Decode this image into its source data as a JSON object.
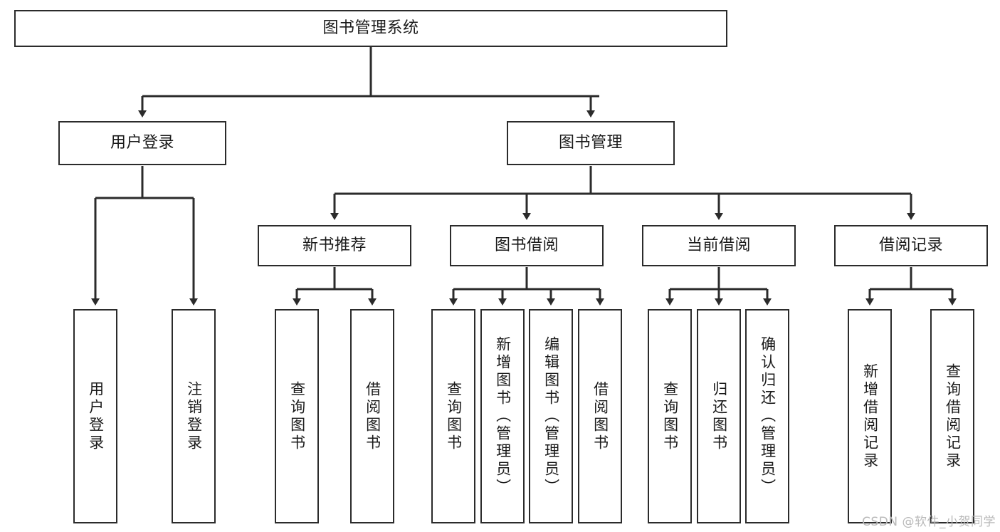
{
  "diagram": {
    "title": "图书管理系统",
    "type": "tree-hierarchy-chart",
    "levels": {
      "root": {
        "label": "图书管理系统"
      },
      "level2": [
        {
          "id": "user-login",
          "label": "用户登录"
        },
        {
          "id": "book-management",
          "label": "图书管理"
        }
      ],
      "level3": [
        {
          "id": "new-book-recommend",
          "label": "新书推荐"
        },
        {
          "id": "book-borrow",
          "label": "图书借阅"
        },
        {
          "id": "current-borrow",
          "label": "当前借阅"
        },
        {
          "id": "borrow-record",
          "label": "借阅记录"
        }
      ],
      "leaves": [
        {
          "id": "leaf-user-login",
          "label": "用户登录",
          "parent": "user-login"
        },
        {
          "id": "leaf-logout-login",
          "label": "注销登录",
          "parent": "user-login"
        },
        {
          "id": "leaf-query-book-1",
          "label": "查询图书",
          "parent": "new-book-recommend"
        },
        {
          "id": "leaf-borrow-book-1",
          "label": "借阅图书",
          "parent": "new-book-recommend"
        },
        {
          "id": "leaf-query-book-2",
          "label": "查询图书",
          "parent": "book-borrow"
        },
        {
          "id": "leaf-add-book",
          "label": "新增图书（管理员）",
          "parent": "book-borrow"
        },
        {
          "id": "leaf-edit-book",
          "label": "编辑图书（管理员）",
          "parent": "book-borrow"
        },
        {
          "id": "leaf-borrow-book-2",
          "label": "借阅图书",
          "parent": "book-borrow"
        },
        {
          "id": "leaf-query-book-3",
          "label": "查询图书",
          "parent": "current-borrow"
        },
        {
          "id": "leaf-return-book",
          "label": "归还图书",
          "parent": "current-borrow"
        },
        {
          "id": "leaf-confirm-return",
          "label": "确认归还（管理员）",
          "parent": "current-borrow"
        },
        {
          "id": "leaf-add-record",
          "label": "新增借阅记录",
          "parent": "borrow-record"
        },
        {
          "id": "leaf-query-record",
          "label": "查询借阅记录",
          "parent": "borrow-record"
        }
      ]
    },
    "watermark": "CSDN @软件_小贺同学",
    "colors": {
      "border": "#2b2b2b",
      "background": "#ffffff",
      "text": "#1a1a1a",
      "connector": "#2b2b2b",
      "watermark": "#b9b9b9"
    }
  }
}
